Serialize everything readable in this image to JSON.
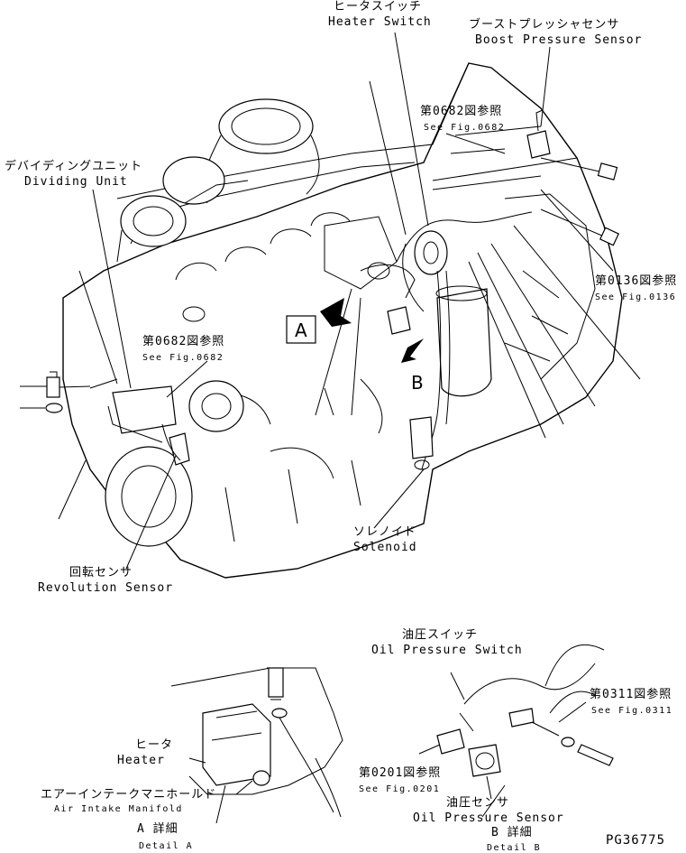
{
  "labels": {
    "heater_switch": {
      "jp": "ヒータスイッチ",
      "en": "Heater Switch"
    },
    "boost_sensor": {
      "jp": "ブーストプレッシャセンサ",
      "en": "Boost Pressure Sensor"
    },
    "dividing_unit": {
      "jp": "デバイディングユニット",
      "en": "Dividing Unit"
    },
    "solenoid": {
      "jp": "ソレノイド",
      "en": "Solenoid"
    },
    "revolution_sensor": {
      "jp": "回転センサ",
      "en": "Revolution Sensor"
    },
    "heater": {
      "jp": "ヒータ",
      "en": "Heater"
    },
    "air_intake": {
      "jp": "エアーインテークマニホールド",
      "en": "Air Intake Manifold"
    },
    "oil_switch": {
      "jp": "油圧スイッチ",
      "en": "Oil Pressure Switch"
    },
    "oil_sensor": {
      "jp": "油圧センサ",
      "en": "Oil Pressure Sensor"
    }
  },
  "refs": {
    "r0682a": {
      "jp": "第0682図参照",
      "en": "See Fig.0682"
    },
    "r0682b": {
      "jp": "第0682図参照",
      "en": "See Fig.0682"
    },
    "r0136": {
      "jp": "第0136図参照",
      "en": "See Fig.0136"
    },
    "r0311": {
      "jp": "第0311図参照",
      "en": "See Fig.0311"
    },
    "r0201": {
      "jp": "第0201図参照",
      "en": "See Fig.0201"
    }
  },
  "details": {
    "a": {
      "jp": "A 詳細",
      "en": "Detail A"
    },
    "b": {
      "jp": "B 詳細",
      "en": "Detail B"
    }
  },
  "markers": {
    "a": "A",
    "b": "B"
  },
  "drawing_code": "PG36775"
}
